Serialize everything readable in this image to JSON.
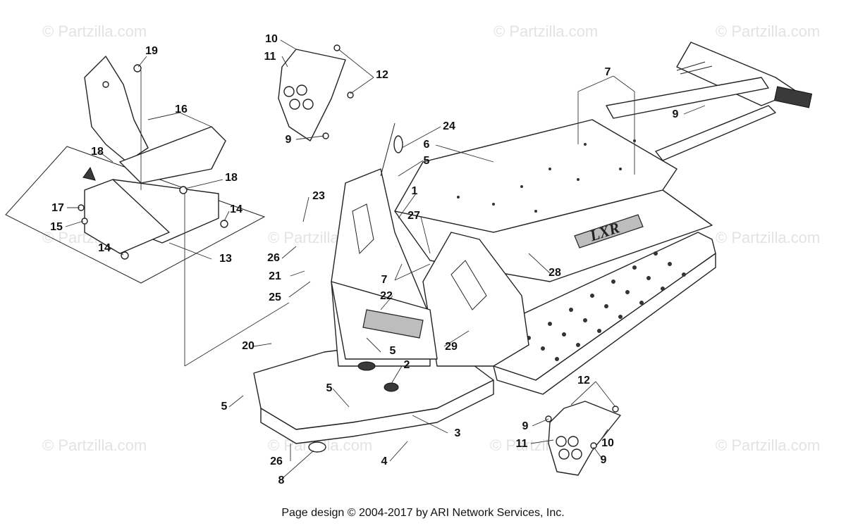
{
  "watermark": "© Partzilla.com",
  "footer": "Page design © 2004-2017 by ARI Network Services, Inc.",
  "model_badge": "LXR",
  "callouts": [
    "1",
    "2",
    "3",
    "4",
    "5",
    "6",
    "7",
    "8",
    "9",
    "10",
    "11",
    "12",
    "13",
    "14",
    "15",
    "16",
    "17",
    "18",
    "19",
    "20",
    "21",
    "22",
    "23",
    "24",
    "25",
    "26",
    "27",
    "28",
    "29"
  ],
  "colors": {
    "line": "#222222",
    "watermark": "#e3e3e3",
    "background": "#ffffff"
  }
}
